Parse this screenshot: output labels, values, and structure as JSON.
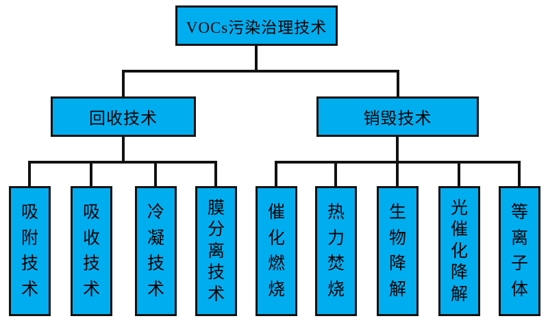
{
  "colors": {
    "box_fill": "#00AEEF",
    "box_border": "#111111",
    "line": "#111111",
    "text": "#000000",
    "background": "#FFFFFF"
  },
  "tree": {
    "root": {
      "label": "VOCs污染治理技术"
    },
    "branches": [
      {
        "label": "回收技术",
        "children": [
          {
            "label": "吸附技术"
          },
          {
            "label": "吸收技术"
          },
          {
            "label": "冷凝技术"
          },
          {
            "label": "膜分离技术"
          }
        ]
      },
      {
        "label": "销毁技术",
        "children": [
          {
            "label": "催化燃烧"
          },
          {
            "label": "热力焚烧"
          },
          {
            "label": "生物降解"
          },
          {
            "label": "光催化降解"
          },
          {
            "label": "等离子体"
          }
        ]
      }
    ]
  }
}
